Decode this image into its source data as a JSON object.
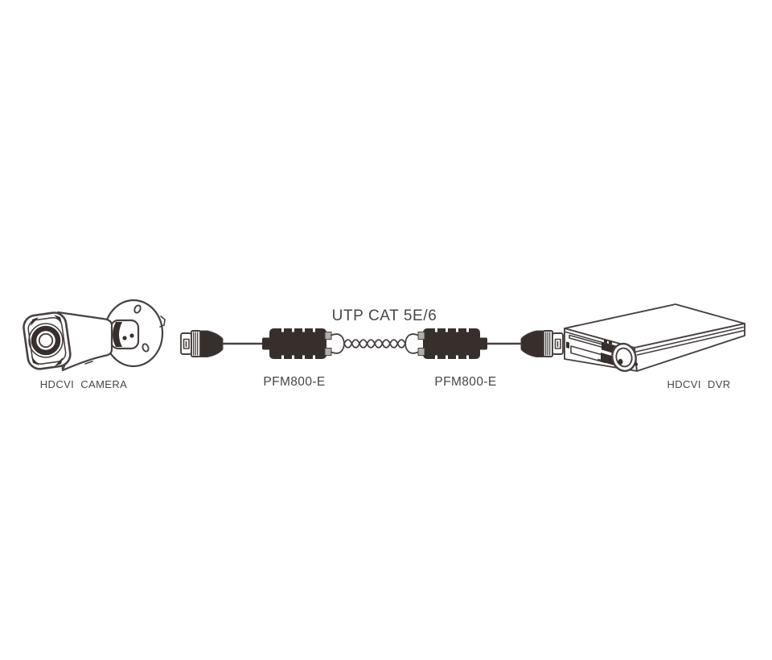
{
  "diagram": {
    "cable_type_label": "UTP CAT 5E/6",
    "components": [
      {
        "icon": "bullet-camera-icon",
        "label": "HDCVI  CAMERA"
      },
      {
        "icon": "bnc-connector-left-icon",
        "label": ""
      },
      {
        "icon": "video-balun-left-icon",
        "label": "PFM800-E"
      },
      {
        "icon": "twisted-pair-cable-icon",
        "label": ""
      },
      {
        "icon": "video-balun-right-icon",
        "label": "PFM800-E"
      },
      {
        "icon": "bnc-connector-right-icon",
        "label": ""
      },
      {
        "icon": "dvr-icon",
        "label": "HDCVI  DVR"
      }
    ],
    "colors": {
      "line": "#474140",
      "fill-dark": "#362f2c",
      "terminal": "#b3aeaa",
      "text": "#4a4542",
      "background": "#ffffff"
    }
  }
}
